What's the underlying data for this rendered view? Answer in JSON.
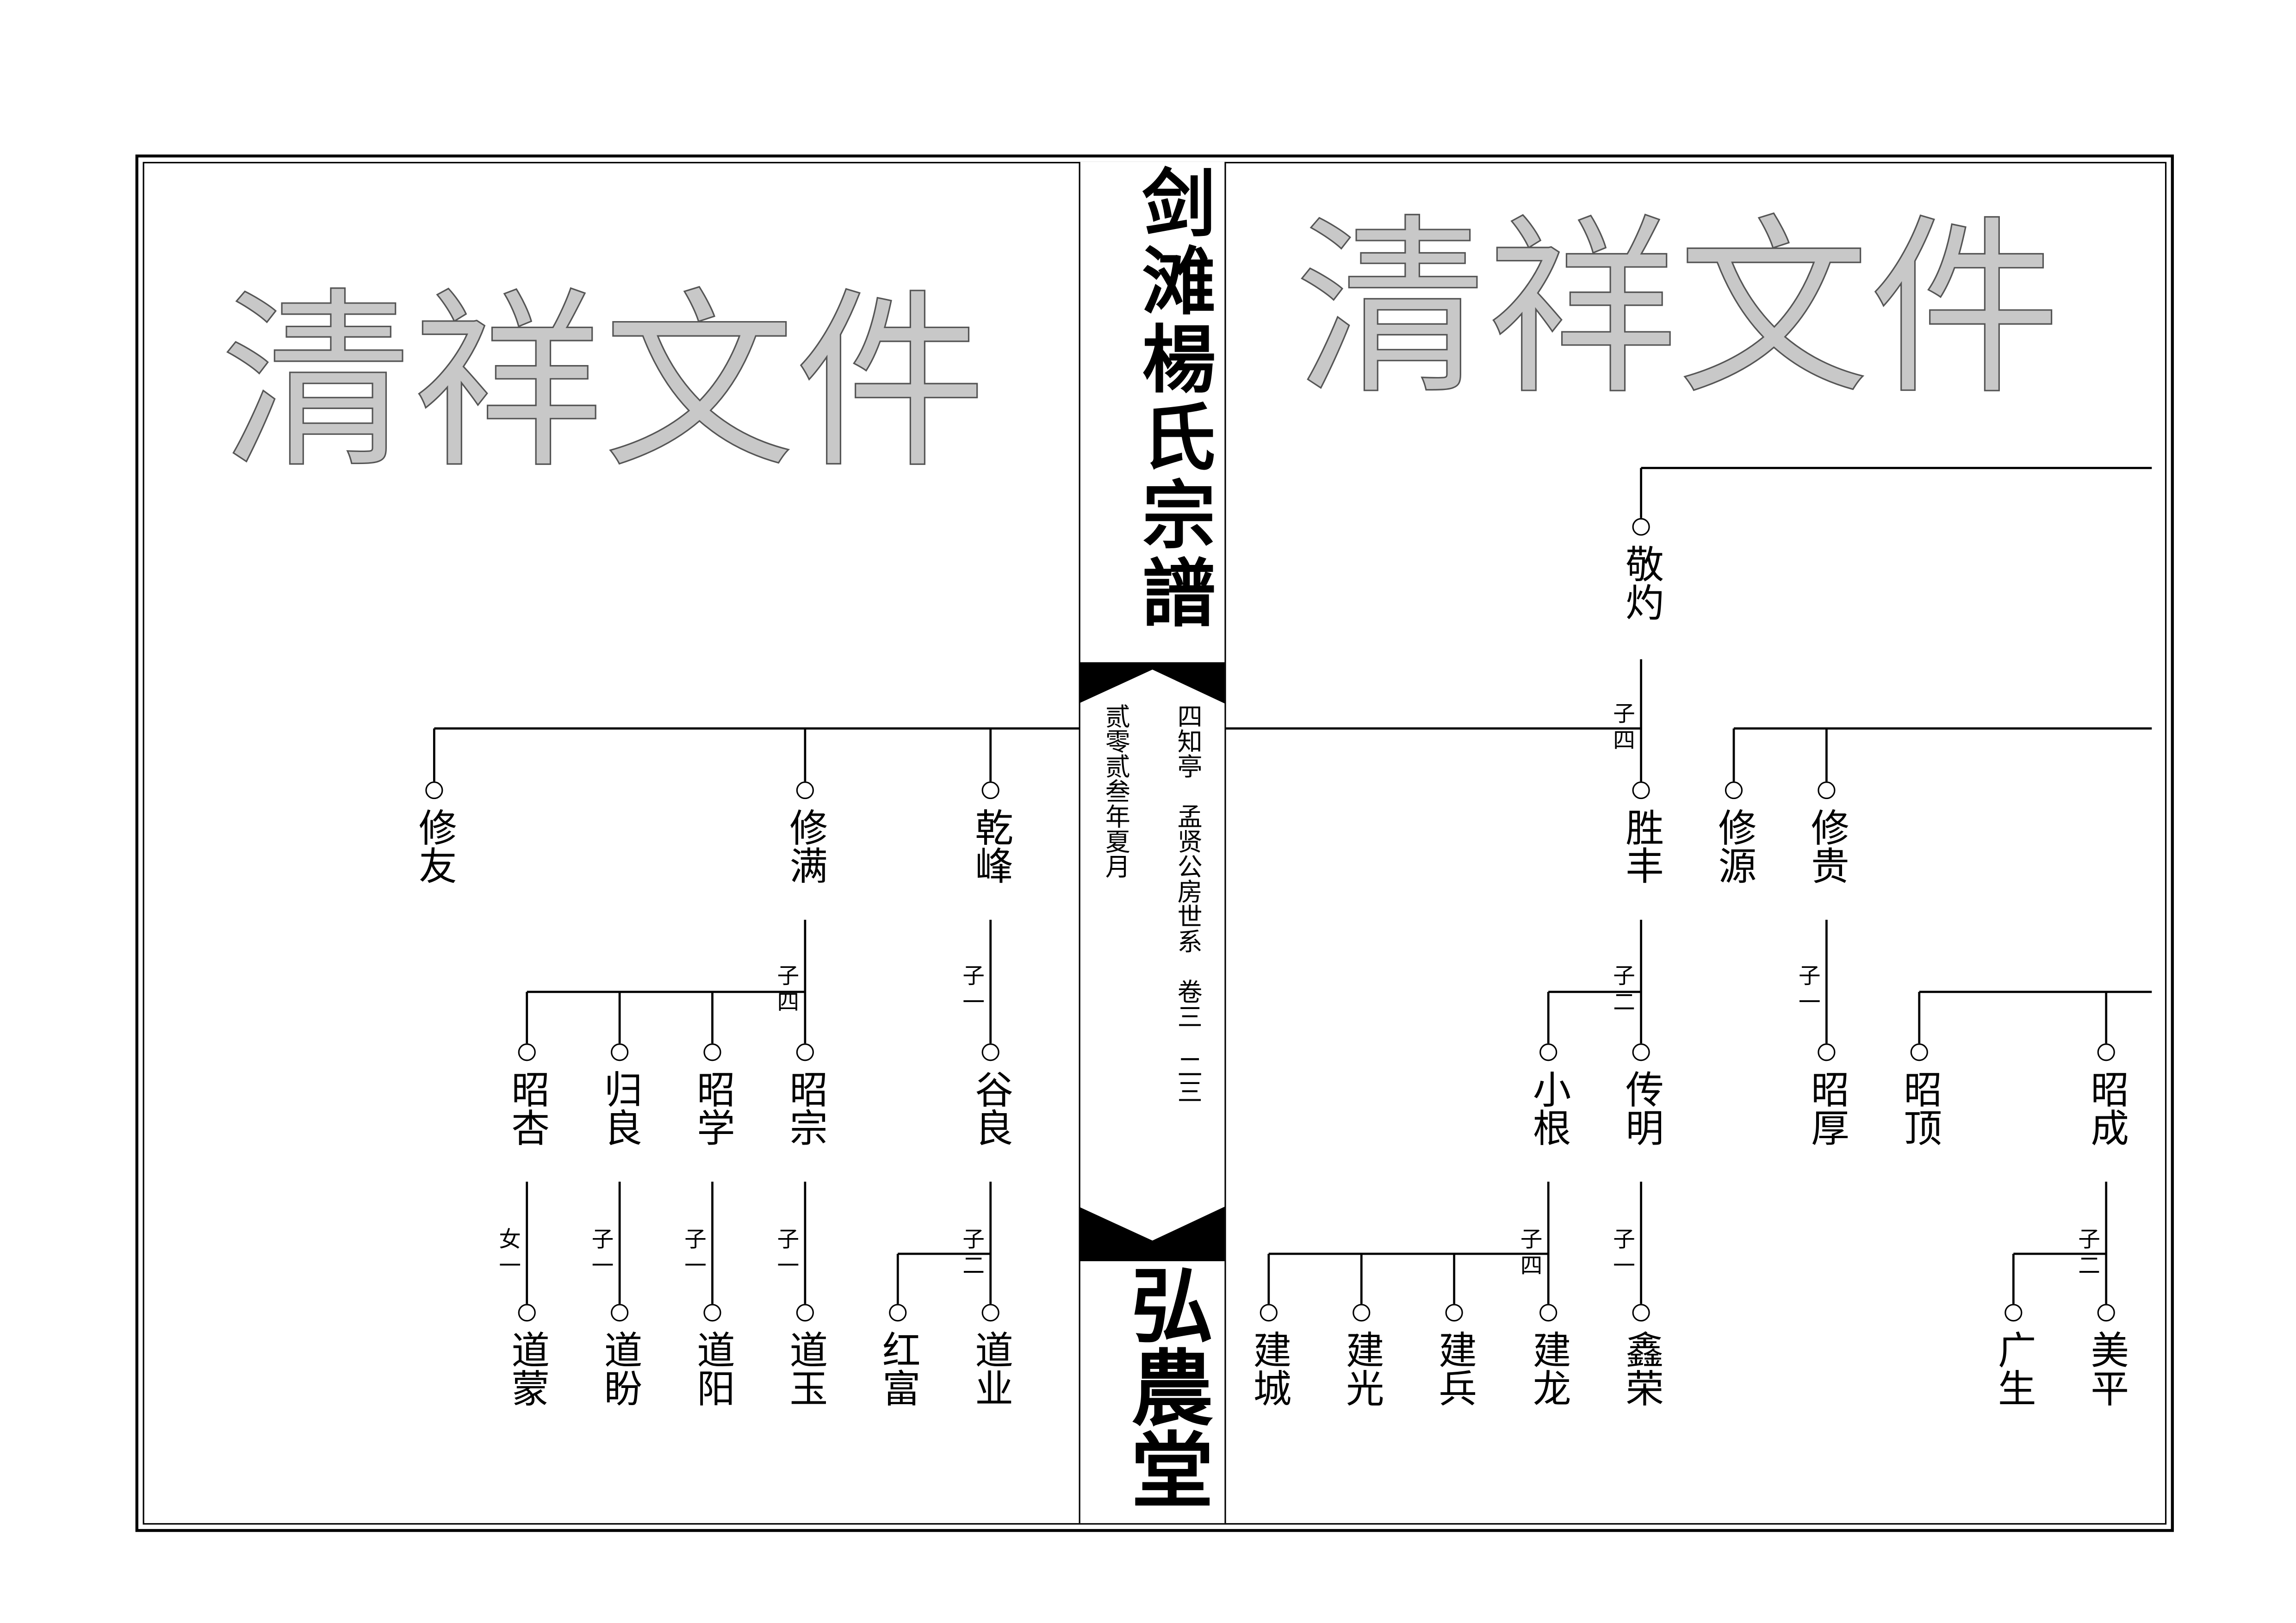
{
  "header": {
    "title": "剑滩楊氏宗譜",
    "hall": "弘農堂",
    "subtitle": "四知亭　孟贤公房世系　卷三　二三",
    "date": "贰零贰叁年夏月"
  },
  "watermark": "清祥文件",
  "persons": [
    "修友",
    "修满",
    "乾峰",
    "昭杏",
    "归良",
    "昭学",
    "昭宗",
    "谷良",
    "道蒙",
    "道盼",
    "道阳",
    "道玉",
    "红富",
    "道业",
    "敬灼",
    "胜丰",
    "修源",
    "修贵",
    "小根",
    "传明",
    "昭厚",
    "昭顶",
    "昭成",
    "建城",
    "建光",
    "建兵",
    "建龙",
    "鑫荣",
    "广生",
    "美平"
  ],
  "child_counts": [
    "子四",
    "子一",
    "女一",
    "子一",
    "子一",
    "子一",
    "子二",
    "子四",
    "子二",
    "子一",
    "子四",
    "子一",
    "子二"
  ]
}
